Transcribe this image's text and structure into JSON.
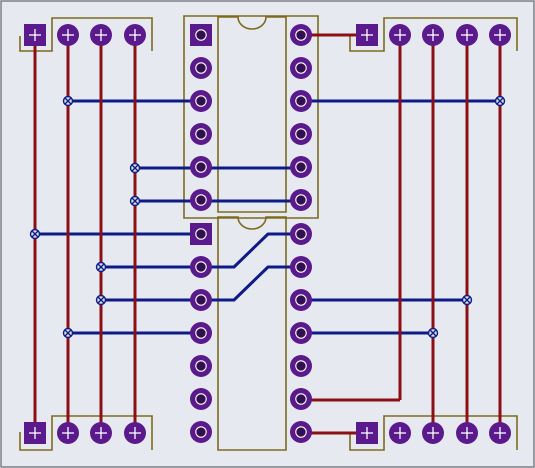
{
  "colors": {
    "board": "#e6eaf0",
    "board_border": "#7a7e84",
    "outline": "#7d6a1d",
    "top_trace": "#8c0f14",
    "bottom_trace": "#0d1a87",
    "pad": "#5b1a8c",
    "pad_dark": "#32104f",
    "via_fill": "#d7dbe3"
  },
  "icons": {
    "round_pad": "circle-with-cross",
    "square_pad": "square-with-cross",
    "via": "small-x-circle"
  },
  "diagram": {
    "kind": "pcb-layout",
    "components": [
      {
        "type": "header-4pin",
        "position": "top-left"
      },
      {
        "type": "header-4pin",
        "position": "top-right"
      },
      {
        "type": "header-4pin",
        "position": "bottom-left"
      },
      {
        "type": "header-4pin",
        "position": "bottom-right"
      },
      {
        "type": "dip-12",
        "position": "center-upper"
      },
      {
        "type": "dip-14",
        "position": "center-lower"
      }
    ]
  }
}
